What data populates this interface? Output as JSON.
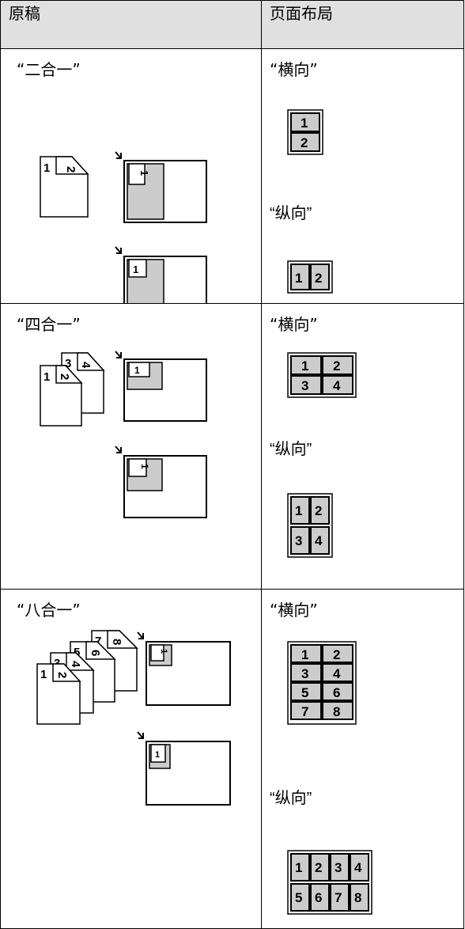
{
  "header": {
    "col1": "原稿",
    "col2": "页面布局"
  },
  "rows": [
    {
      "original": "“二合一”",
      "layout1": "“横向”",
      "layout2": "“纵向”",
      "sheets": [
        "1",
        "2"
      ],
      "landscape": [
        "1",
        "2"
      ],
      "portrait": [
        "1",
        "2"
      ]
    },
    {
      "original": "“四合一”",
      "layout1": "“横向”",
      "layout2": "“纵向”",
      "sheets": [
        "1",
        "2",
        "3",
        "4"
      ],
      "landscape": [
        "1",
        "2",
        "3",
        "4"
      ],
      "portrait": [
        "1",
        "2",
        "3",
        "4"
      ]
    },
    {
      "original": "“八合一”",
      "layout1": "“横向”",
      "layout2": "“纵向”",
      "sheets": [
        "1",
        "2",
        "3",
        "4",
        "5",
        "6",
        "7",
        "8"
      ],
      "landscape": [
        "1",
        "2",
        "3",
        "4",
        "5",
        "6",
        "7",
        "8"
      ],
      "portrait": [
        "1",
        "2",
        "3",
        "4",
        "5",
        "6",
        "7",
        "8"
      ]
    }
  ]
}
